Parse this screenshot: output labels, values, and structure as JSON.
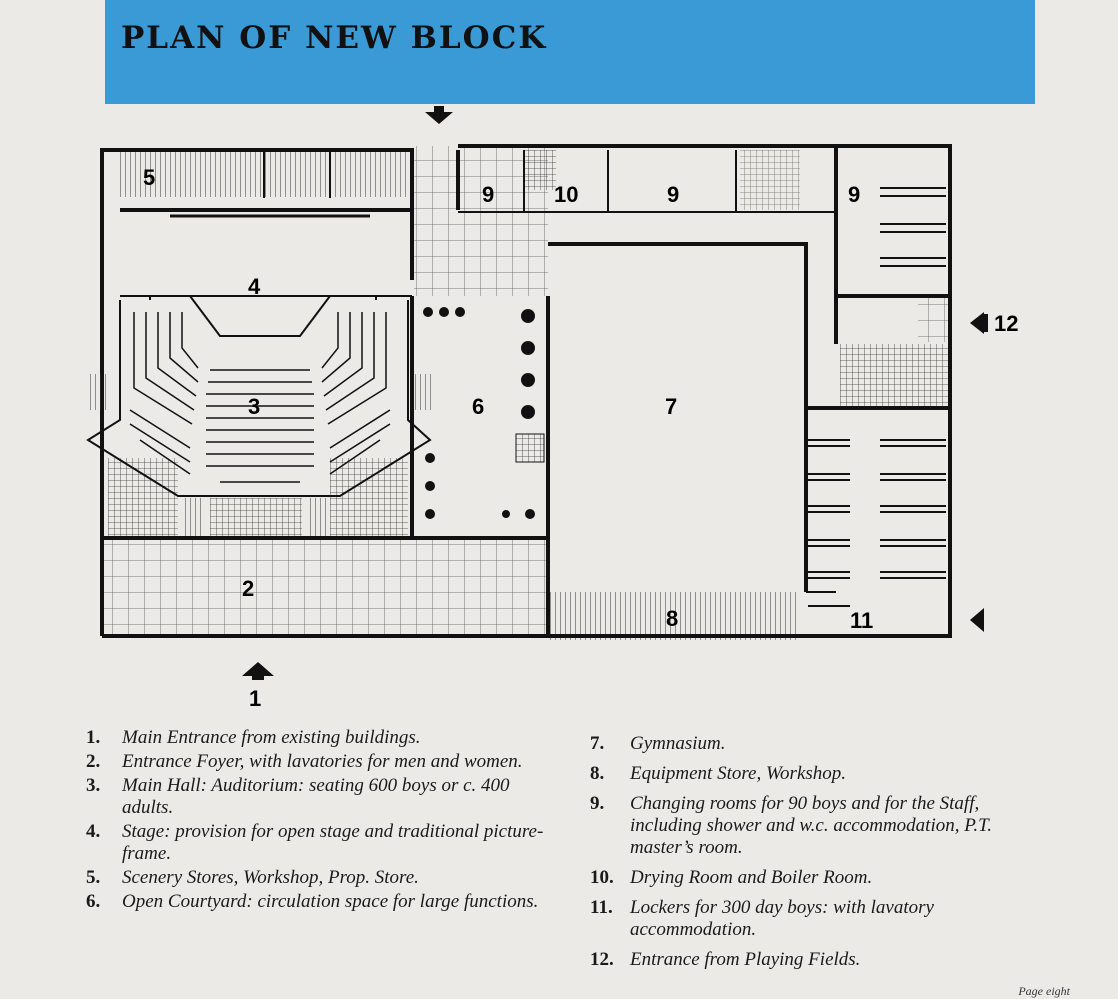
{
  "header": {
    "title": "PLAN OF NEW BLOCK",
    "banner_color": "#3a9ad6"
  },
  "plan": {
    "labels": [
      "5",
      "4",
      "3",
      "2",
      "6",
      "7",
      "8",
      "9",
      "10",
      "9",
      "9",
      "11",
      "12",
      "1"
    ]
  },
  "legend": {
    "left": [
      {
        "num": "1.",
        "text": "Main Entrance from existing buildings."
      },
      {
        "num": "2.",
        "text": "Entrance Foyer, with lavatories for men and women."
      },
      {
        "num": "3.",
        "text": "Main Hall: Auditorium: seating 600 boys or c. 400 adults."
      },
      {
        "num": "4.",
        "text": "Stage: provision for open stage and traditional picture-frame."
      },
      {
        "num": "5.",
        "text": "Scenery Stores, Workshop, Prop. Store."
      },
      {
        "num": "6.",
        "text": "Open Courtyard: circulation space for large functions."
      }
    ],
    "right": [
      {
        "num": "7.",
        "text": "Gymnasium."
      },
      {
        "num": "8.",
        "text": "Equipment Store, Workshop."
      },
      {
        "num": "9.",
        "text": "Changing rooms for 90 boys and for the Staff, including shower and w.c. accommodation, P.T. master’s room."
      },
      {
        "num": "10.",
        "text": "Drying Room and Boiler Room."
      },
      {
        "num": "11.",
        "text": "Lockers for 300 day boys: with lavatory accommodation."
      },
      {
        "num": "12.",
        "text": "Entrance from Playing Fields."
      }
    ]
  },
  "footer": {
    "page_label": "Page eight"
  }
}
